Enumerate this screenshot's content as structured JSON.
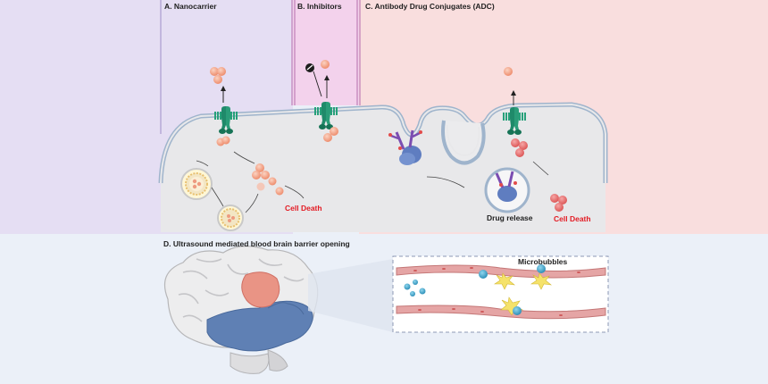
{
  "panels": {
    "a": {
      "title": "A. Nanocarrier",
      "cell_death": "Cell Death"
    },
    "b": {
      "title": "B. Inhibitors"
    },
    "c": {
      "title": "C. Antibody Drug Conjugates (ADC)",
      "drug_release": "Drug release",
      "cell_death": "Cell Death"
    },
    "d": {
      "title": "D. Ultrasound mediated blood brain barrier opening",
      "microbubbles": "Microbubbles"
    }
  },
  "colors": {
    "panel_a_bg": "#e5def3",
    "panel_b_bg": "#f3d2ec",
    "panel_c_bg": "#f9dede",
    "panel_d_bg": "#ebf0f8",
    "cell_fill": "#e8e8ea",
    "membrane": "#9fb4cc",
    "receptor": "#27a07a",
    "nanoparticle": "#f3a384",
    "label_red": "#e31b23",
    "vessel": "#e5a5a5",
    "microbubble": "#3aa3c9",
    "brain_lobe": "#5f80b4",
    "tumor": "#e99485"
  },
  "icons": [
    "receptor-icon",
    "nanoparticle-icon",
    "liposome-icon",
    "antibody-icon",
    "inhibitor-icon",
    "brain-icon",
    "microbubble-icon",
    "blood-vessel-icon"
  ]
}
